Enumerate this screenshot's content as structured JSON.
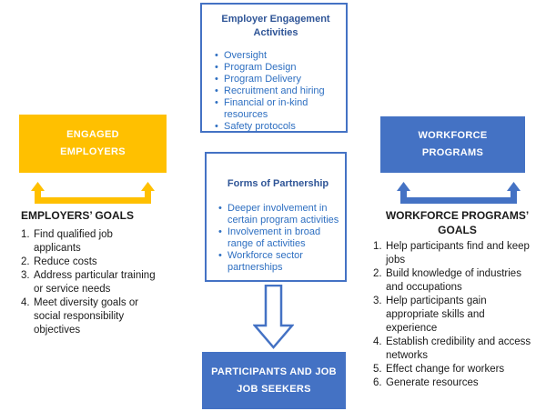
{
  "colors": {
    "yellow": "#FFC000",
    "blue": "#4472C4",
    "title_blue": "#2F5597",
    "bullet_blue": "#2E6FC1",
    "text_black": "#1a1a1a",
    "white": "#ffffff"
  },
  "top_box": {
    "title": "Employer Engagement\nActivities",
    "items": [
      "Oversight",
      "Program Design",
      "Program Delivery",
      "Recruitment and hiring",
      "Financial or in-kind\nresources",
      "Safety protocols"
    ],
    "bullet_glyph": "•"
  },
  "middle_box": {
    "title": "Forms of Partnership",
    "items": [
      "Deeper involvement in\ncertain program activities",
      "Involvement in broad\nrange of activities",
      "Workforce sector\npartnerships"
    ],
    "bullet_glyph": "•"
  },
  "left_box": {
    "label": "ENGAGED\nEMPLOYERS"
  },
  "right_box": {
    "label": "WORKFORCE\nPROGRAMS"
  },
  "bottom_box": {
    "label": "PARTICIPANTS AND JOB\nJOB SEEKERS"
  },
  "left_goals": {
    "heading": "EMPLOYERS’ GOALS",
    "items": [
      {
        "num": "1.",
        "text": "Find qualified job\napplicants"
      },
      {
        "num": "2.",
        "text": "Reduce costs"
      },
      {
        "num": "3.",
        "text": "Address particular training\nor service needs"
      },
      {
        "num": "4.",
        "text": "Meet diversity goals or\nsocial responsibility\nobjectives"
      }
    ]
  },
  "right_goals": {
    "heading": "WORKFORCE PROGRAMS’\nGOALS",
    "items": [
      {
        "num": "1.",
        "text": "Help participants find and keep\njobs"
      },
      {
        "num": "2.",
        "text": "Build knowledge of industries\nand occupations"
      },
      {
        "num": "3.",
        "text": "Help participants gain\nappropriate skills and\nexperience"
      },
      {
        "num": "4.",
        "text": "Establish credibility and access\nnetworks"
      },
      {
        "num": "5.",
        "text": "Effect change for workers"
      },
      {
        "num": "6.",
        "text": "Generate resources"
      }
    ]
  }
}
